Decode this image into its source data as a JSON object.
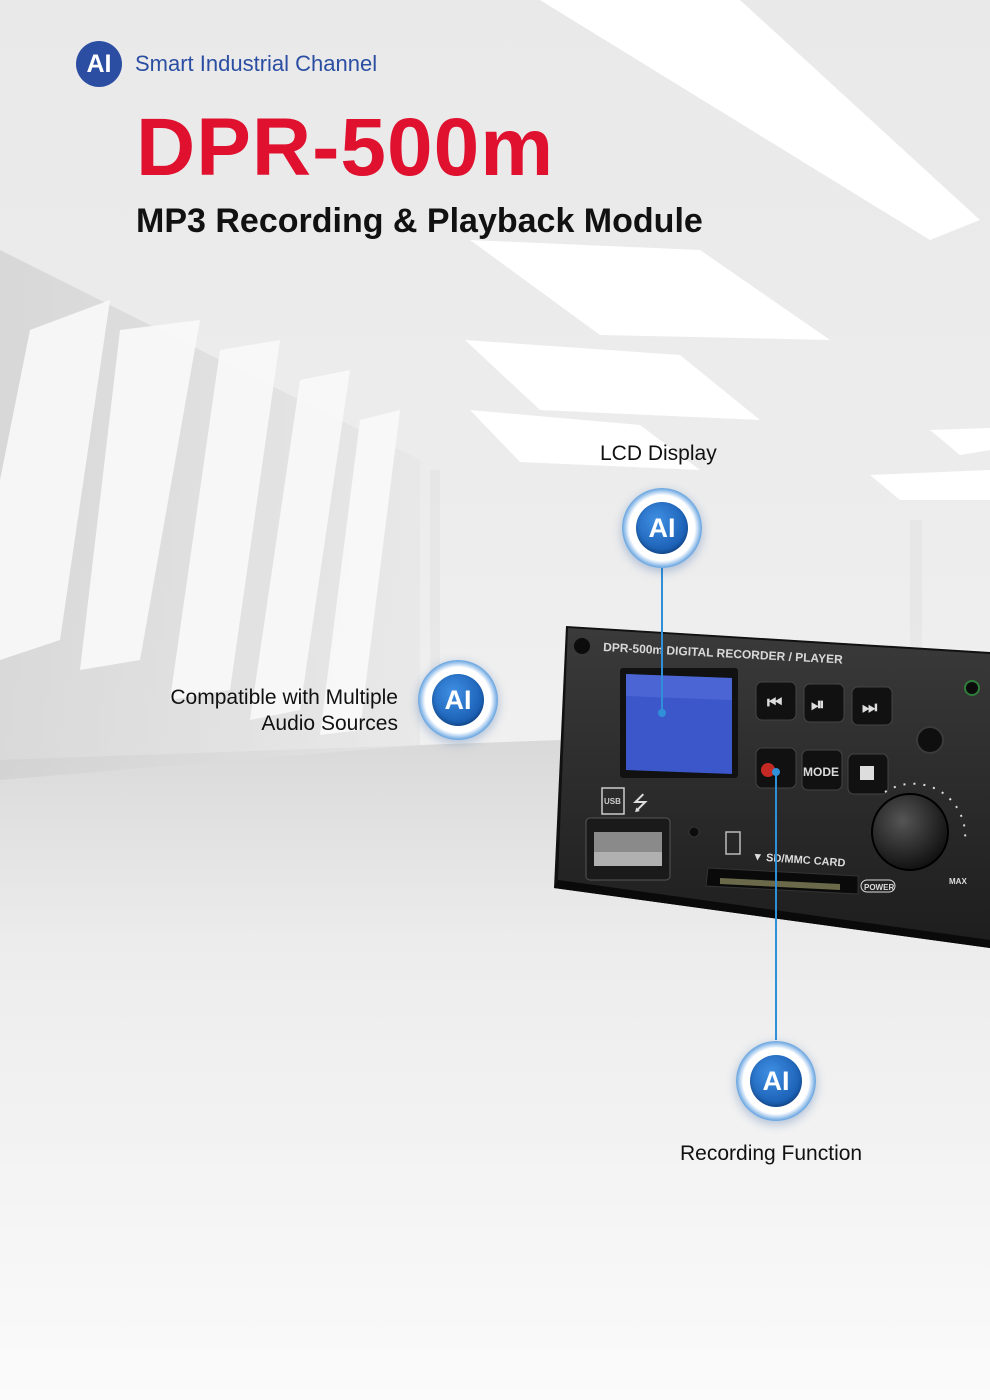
{
  "brand": {
    "badge": "AI",
    "name": "Smart Industrial Channel"
  },
  "product": {
    "title": "DPR-500m",
    "subtitle": "MP3 Recording & Playback Module"
  },
  "callouts": {
    "lcd": "LCD Display",
    "audio_line1": "Compatible with Multiple",
    "audio_line2": "Audio Sources",
    "recording": "Recording Function",
    "badge": "AI"
  },
  "device": {
    "panel_label": "DPR-500m DIGITAL RECORDER / PLAYER",
    "mode_label": "MODE",
    "usb_label": "USB",
    "card_label": "▼ SD/MMC CARD",
    "power_label": "POWER",
    "max_label": "MAX"
  },
  "colors": {
    "accent_red": "#e0102f",
    "brand_blue": "#2b4ea3",
    "lead_blue": "#2f8fd8"
  }
}
